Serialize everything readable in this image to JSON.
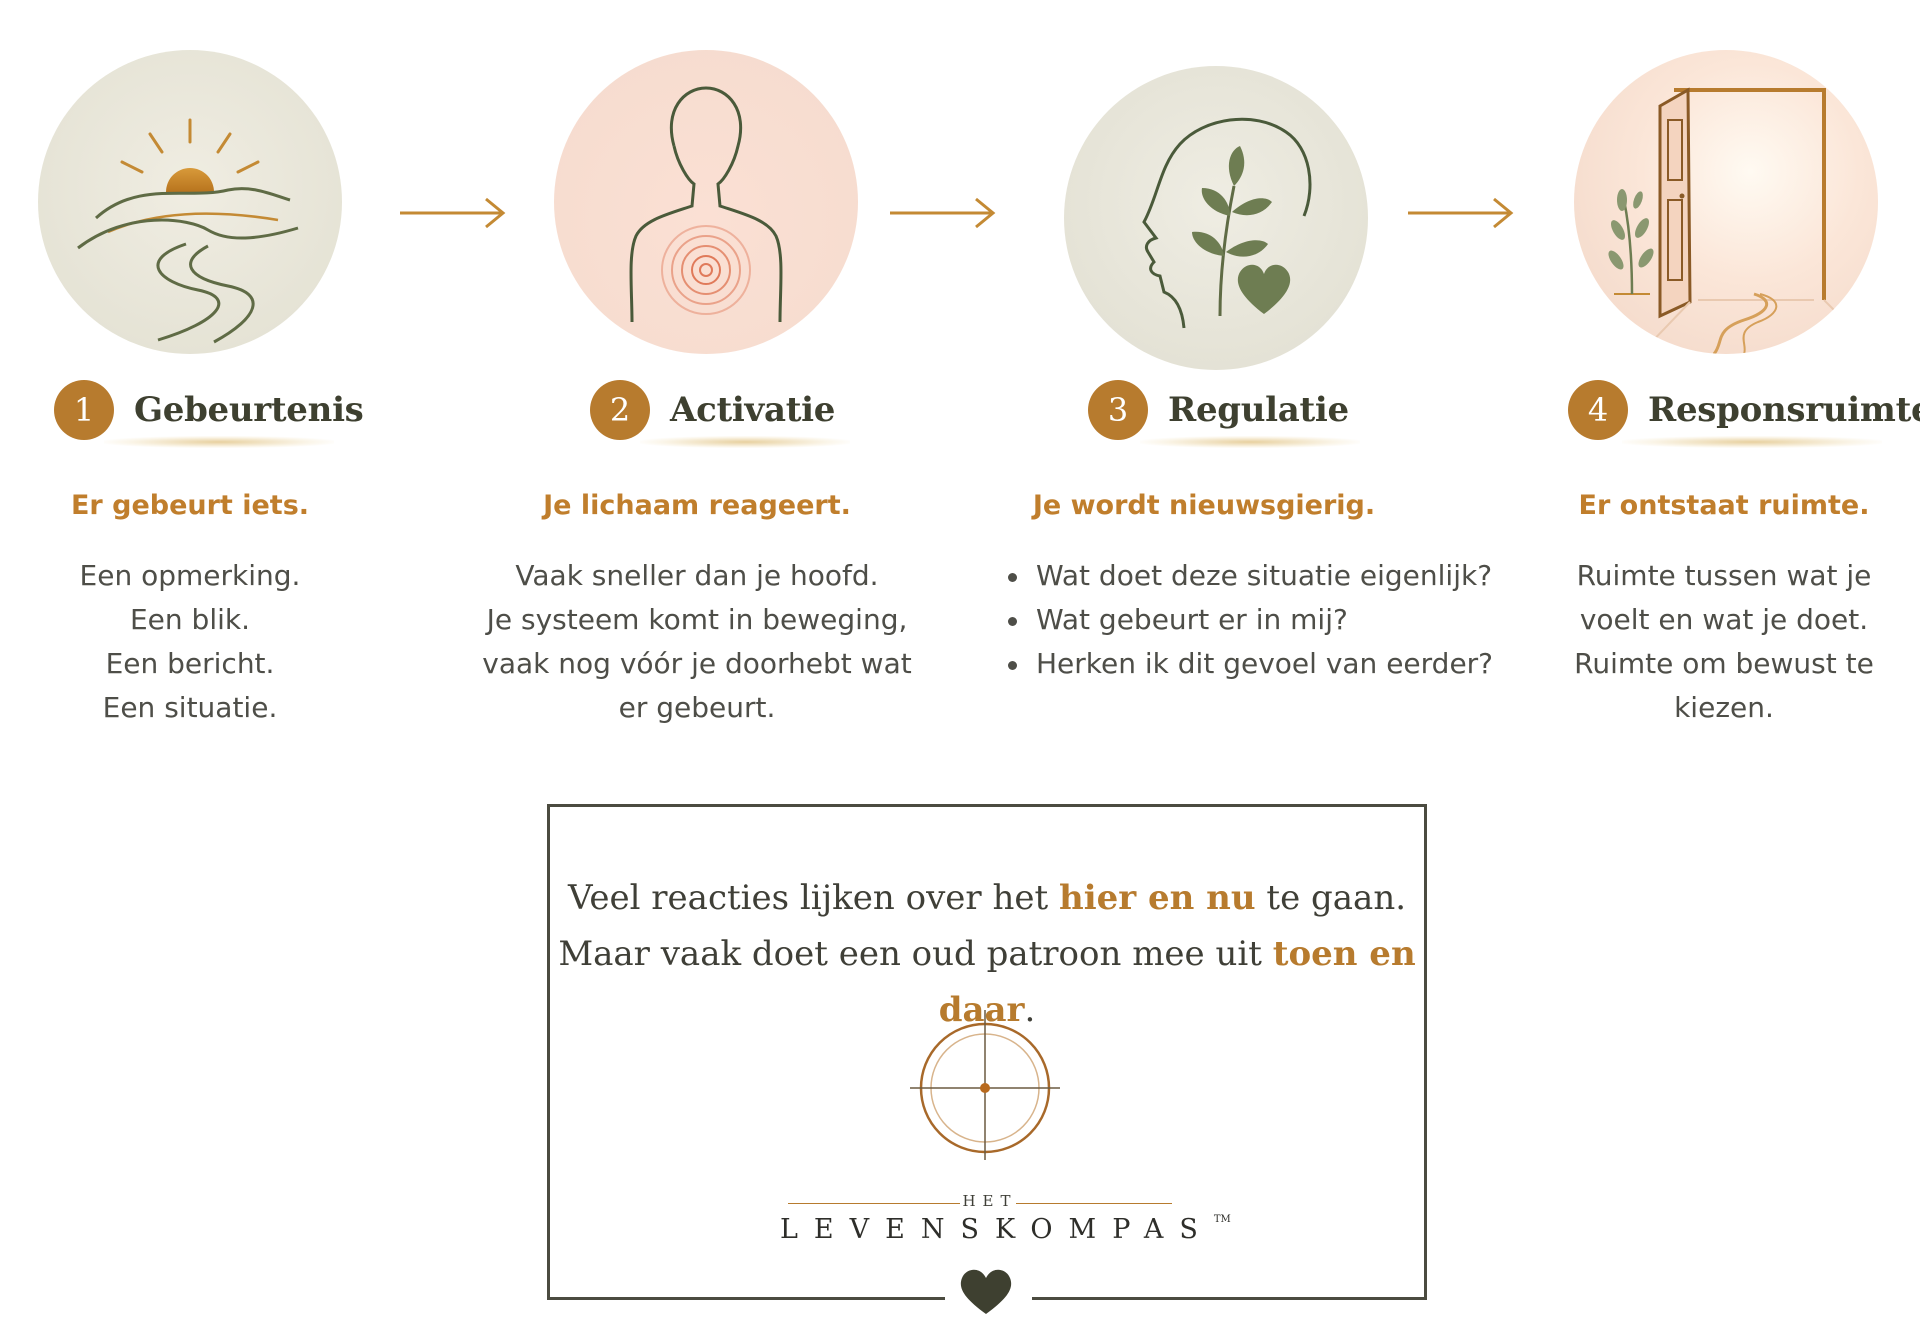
{
  "steps": [
    {
      "number": "1",
      "title": "Gebeurtenis",
      "subhead": "Er gebeurt iets.",
      "lines": [
        "Een opmerking.",
        "Een blik.",
        "Een bericht.",
        "Een situatie."
      ],
      "icon": "sunrise-landscape-icon"
    },
    {
      "number": "2",
      "title": "Activatie",
      "subhead": "Je lichaam reageert.",
      "lines": [
        "Vaak sneller dan je hoofd.",
        "Je systeem komt in beweging,",
        "vaak nog vóór je doorhebt wat",
        "er gebeurt."
      ],
      "icon": "body-activation-icon"
    },
    {
      "number": "3",
      "title": "Regulatie",
      "subhead": "Je wordt nieuwsgierig.",
      "bullets": [
        "Wat doet deze situatie eigenlijk?",
        "Wat gebeurt er in mij?",
        "Herken ik dit gevoel van eerder?"
      ],
      "icon": "head-plant-heart-icon"
    },
    {
      "number": "4",
      "title": "Responsruimte",
      "subhead": "Er ontstaat ruimte.",
      "lines": [
        "Ruimte tussen wat je",
        "voelt en wat je doet.",
        "Ruimte om bewust te",
        "kiezen."
      ],
      "icon": "open-door-path-icon"
    }
  ],
  "quote": {
    "line1_pre": "Veel reacties lijken over het ",
    "line1_highlight": "hier en nu",
    "line1_post": " te gaan.",
    "line2_pre": "Maar vaak doet een oud patroon mee uit ",
    "line2_highlight": "toen en daar",
    "line2_post": "."
  },
  "logo": {
    "small": "HET",
    "main": "LEVENSKOMPAS",
    "tm": "TM",
    "icon": "compass-icon"
  },
  "colors": {
    "accent": "#b77b2e",
    "heading": "#3e4030",
    "green": "#5f6b45",
    "text": "#4e4e48"
  }
}
